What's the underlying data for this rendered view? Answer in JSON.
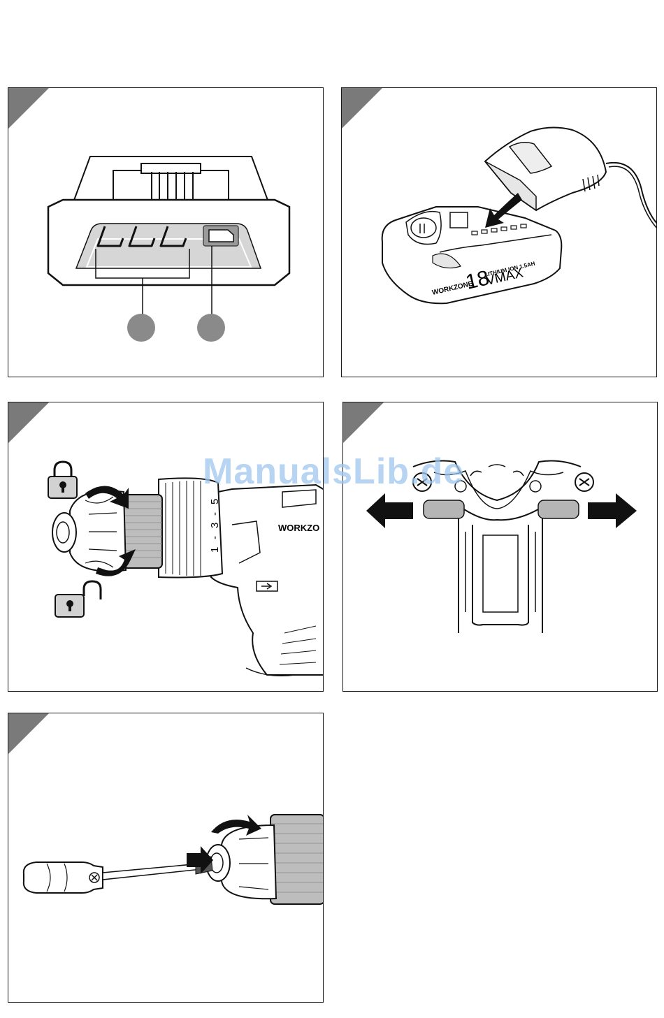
{
  "watermark": "ManualsLib.de",
  "battery": {
    "brand": "WORKZONE",
    "capacity": "LITHIUM ION 1.5AH",
    "voltage_number": "18",
    "voltage_unit": "VMAX"
  },
  "drill": {
    "brand": "WORKZO",
    "clutch_numbers": [
      "1",
      "-",
      "3",
      "-",
      "5"
    ]
  },
  "colors": {
    "corner": "#7a7a7a",
    "callout_circle": "#8a8a8a",
    "lock_fill": "#d2d2d2",
    "grip_gray": "#b5b5b5"
  }
}
